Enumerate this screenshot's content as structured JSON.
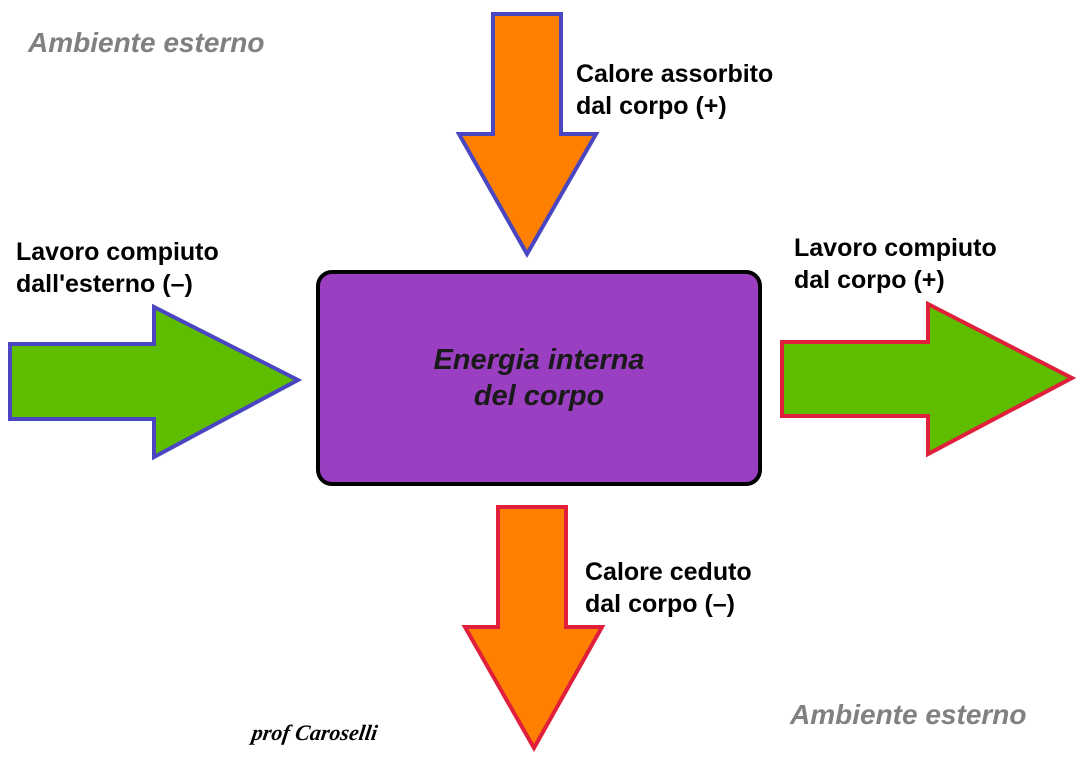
{
  "colors": {
    "heat_fill": "#ff7f00",
    "work_fill": "#5fbd00",
    "in_stroke": "#4a45c0",
    "out_stroke": "#e0203a",
    "body_fill": "#9b3fc2",
    "env_text": "#808080"
  },
  "environment": {
    "top_label": "Ambiente esterno",
    "bottom_label": "Ambiente esterno"
  },
  "body": {
    "line1": "Energia interna",
    "line2": "del corpo"
  },
  "heat_in": {
    "line1": "Calore assorbito",
    "line2": "dal corpo (+)"
  },
  "heat_out": {
    "line1": "Calore ceduto",
    "line2": "dal corpo (–)"
  },
  "work_in": {
    "line1": "Lavoro compiuto",
    "line2": "dall'esterno (–)"
  },
  "work_out": {
    "line1": "Lavoro compiuto",
    "line2": "dal corpo (+)"
  },
  "signature": "prof Caroselli"
}
